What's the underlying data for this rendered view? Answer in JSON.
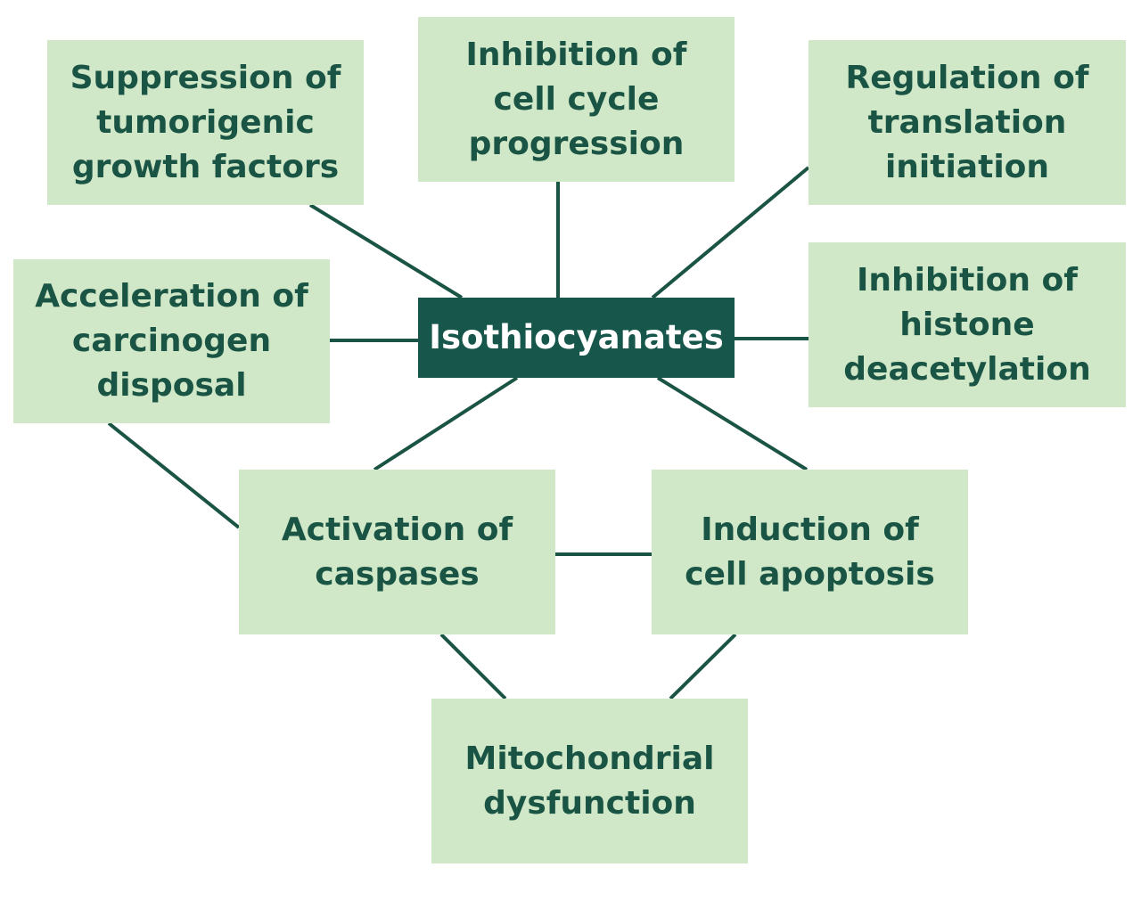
{
  "colors": {
    "box_fill": "#d0e8c8",
    "center_fill": "#17564a",
    "text_dark": "#1a5444",
    "text_light": "#ffffff",
    "connector": "#1a5444"
  },
  "nodes": {
    "center": {
      "lines": [
        "Isothiocyanates"
      ]
    },
    "suppression": {
      "lines": [
        "Suppression of",
        "tumorigenic",
        "growth factors"
      ]
    },
    "cell_cycle": {
      "lines": [
        "Inhibition of",
        "cell cycle",
        "progression"
      ]
    },
    "translation": {
      "lines": [
        "Regulation of",
        "translation",
        "initiation"
      ]
    },
    "carcinogen": {
      "lines": [
        "Acceleration of",
        "carcinogen",
        "disposal"
      ]
    },
    "histone": {
      "lines": [
        "Inhibition of",
        "histone",
        "deacetylation"
      ]
    },
    "caspases": {
      "lines": [
        "Activation of",
        "caspases"
      ]
    },
    "apoptosis": {
      "lines": [
        "Induction of",
        "cell apoptosis"
      ]
    },
    "mitochondrial": {
      "lines": [
        "Mitochondrial",
        "dysfunction"
      ]
    }
  },
  "connections": [
    {
      "from": "center",
      "to": "suppression"
    },
    {
      "from": "center",
      "to": "cell_cycle"
    },
    {
      "from": "center",
      "to": "translation"
    },
    {
      "from": "center",
      "to": "carcinogen"
    },
    {
      "from": "center",
      "to": "histone"
    },
    {
      "from": "center",
      "to": "caspases"
    },
    {
      "from": "center",
      "to": "apoptosis"
    },
    {
      "from": "carcinogen",
      "to": "caspases"
    },
    {
      "from": "caspases",
      "to": "apoptosis"
    },
    {
      "from": "caspases",
      "to": "mitochondrial"
    },
    {
      "from": "apoptosis",
      "to": "mitochondrial"
    }
  ]
}
